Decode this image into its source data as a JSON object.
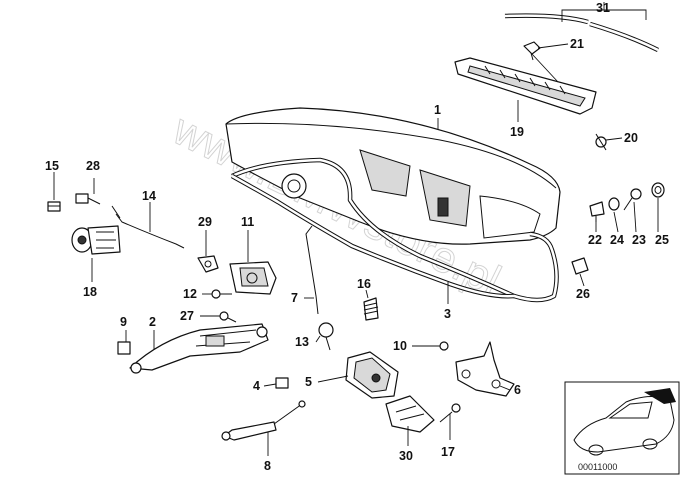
{
  "watermark": "www.BMWstore.pl",
  "diagram_code": "00011000",
  "callouts": [
    "1",
    "2",
    "3",
    "4",
    "5",
    "6",
    "7",
    "8",
    "9",
    "10",
    "11",
    "12",
    "13",
    "14",
    "15",
    "16",
    "17",
    "18",
    "19",
    "20",
    "21",
    "22",
    "23",
    "24",
    "25",
    "26",
    "27",
    "28",
    "29",
    "30",
    "31"
  ]
}
